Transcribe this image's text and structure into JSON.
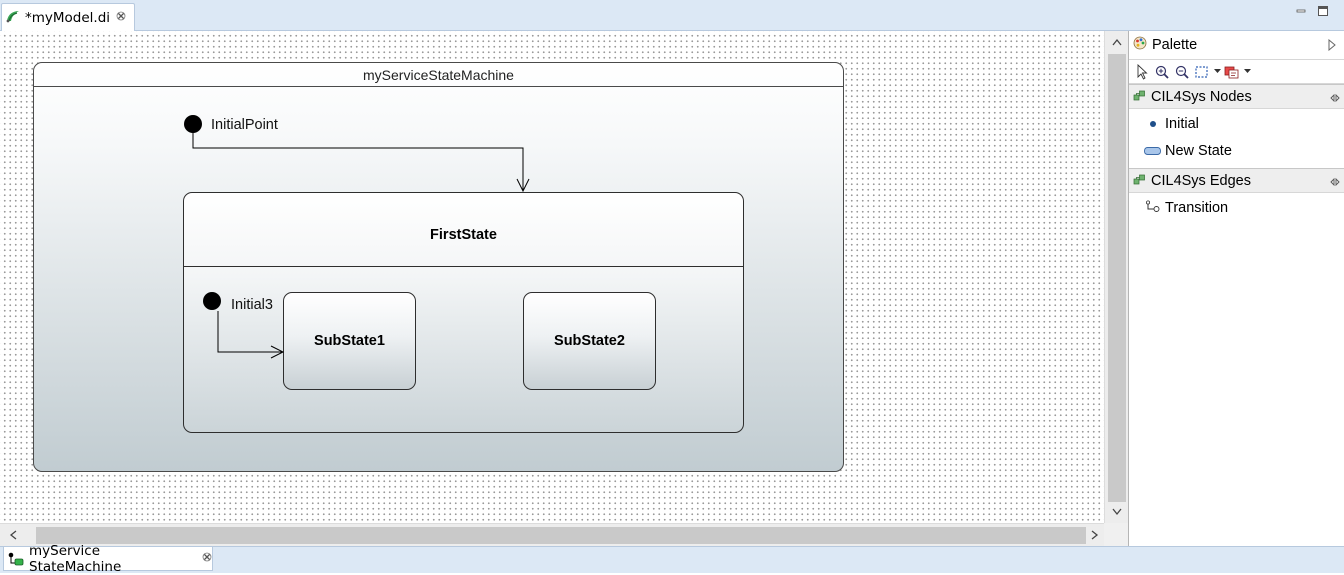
{
  "editor": {
    "tab_title": "*myModel.di",
    "tab_icon": "papyrus-model-icon",
    "close_icon": "close-icon"
  },
  "window_controls": [
    "minimize-icon",
    "maximize-icon"
  ],
  "diagram": {
    "state_machine": {
      "name": "myServiceStateMachine"
    },
    "initial_point": {
      "name": "InitialPoint"
    },
    "first_state": {
      "name": "FirstState",
      "initial": {
        "name": "Initial3"
      },
      "substates": [
        "SubState1",
        "SubState2"
      ]
    },
    "transitions": [
      {
        "from": "InitialPoint",
        "to": "FirstState"
      },
      {
        "from": "Initial3",
        "to": "SubState1"
      }
    ]
  },
  "palette": {
    "title": "Palette",
    "tools": [
      "select-tool-icon",
      "zoom-in-icon",
      "zoom-out-icon",
      "marquee-select-icon",
      "marquee-dropdown-icon",
      "apply-format-icon",
      "apply-format-dropdown-icon"
    ],
    "drawers": [
      {
        "label": "CIL4Sys Nodes",
        "items": [
          {
            "label": "Initial",
            "icon": "initial-node-icon"
          },
          {
            "label": "New State",
            "icon": "state-node-icon"
          }
        ]
      },
      {
        "label": "CIL4Sys Edges",
        "items": [
          {
            "label": "Transition",
            "icon": "transition-edge-icon"
          }
        ]
      }
    ]
  },
  "bottom_tab": {
    "label": "myService StateMachine",
    "icon": "state-machine-diagram-icon",
    "close_icon": "close-icon"
  },
  "colors": {
    "tab_strip": "#dce8f5",
    "node_border": "#2e2e2e",
    "node_gradient_bottom": "#c1ccd1",
    "palette_drawer": "#eeeeee"
  }
}
